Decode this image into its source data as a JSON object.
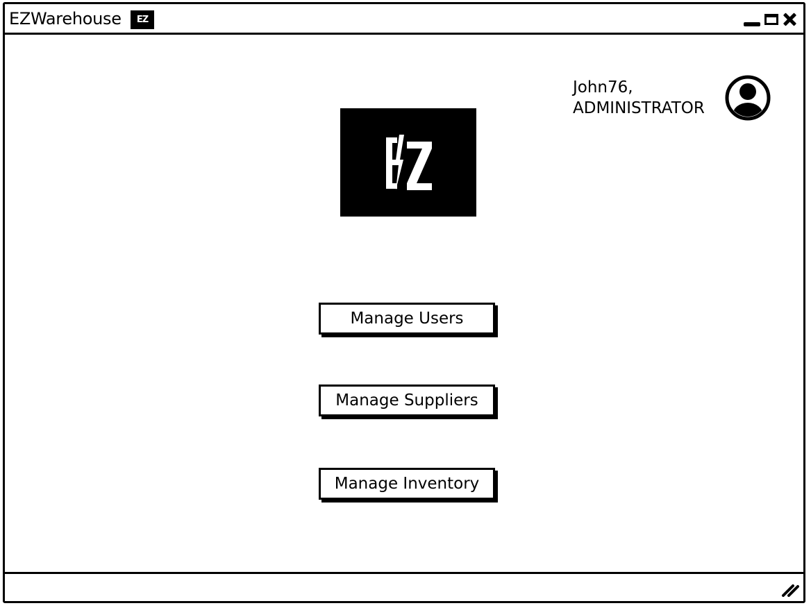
{
  "window": {
    "title": "EZWarehouse",
    "title_logo_text": "EZ",
    "controls": [
      "minimize-icon",
      "maximize-icon",
      "close-icon"
    ]
  },
  "user": {
    "name": "John76,",
    "role": "ADMINISTRATOR",
    "avatar_icon": "user-avatar-icon"
  },
  "logo": {
    "text": "EZ",
    "background": "#000000",
    "foreground": "#ffffff"
  },
  "menu": {
    "manage_users": "Manage Users",
    "manage_suppliers": "Manage Suppliers",
    "manage_inventory": "Manage Inventory"
  },
  "statusbar": {
    "resize_icon": "resize-grip-icon"
  }
}
